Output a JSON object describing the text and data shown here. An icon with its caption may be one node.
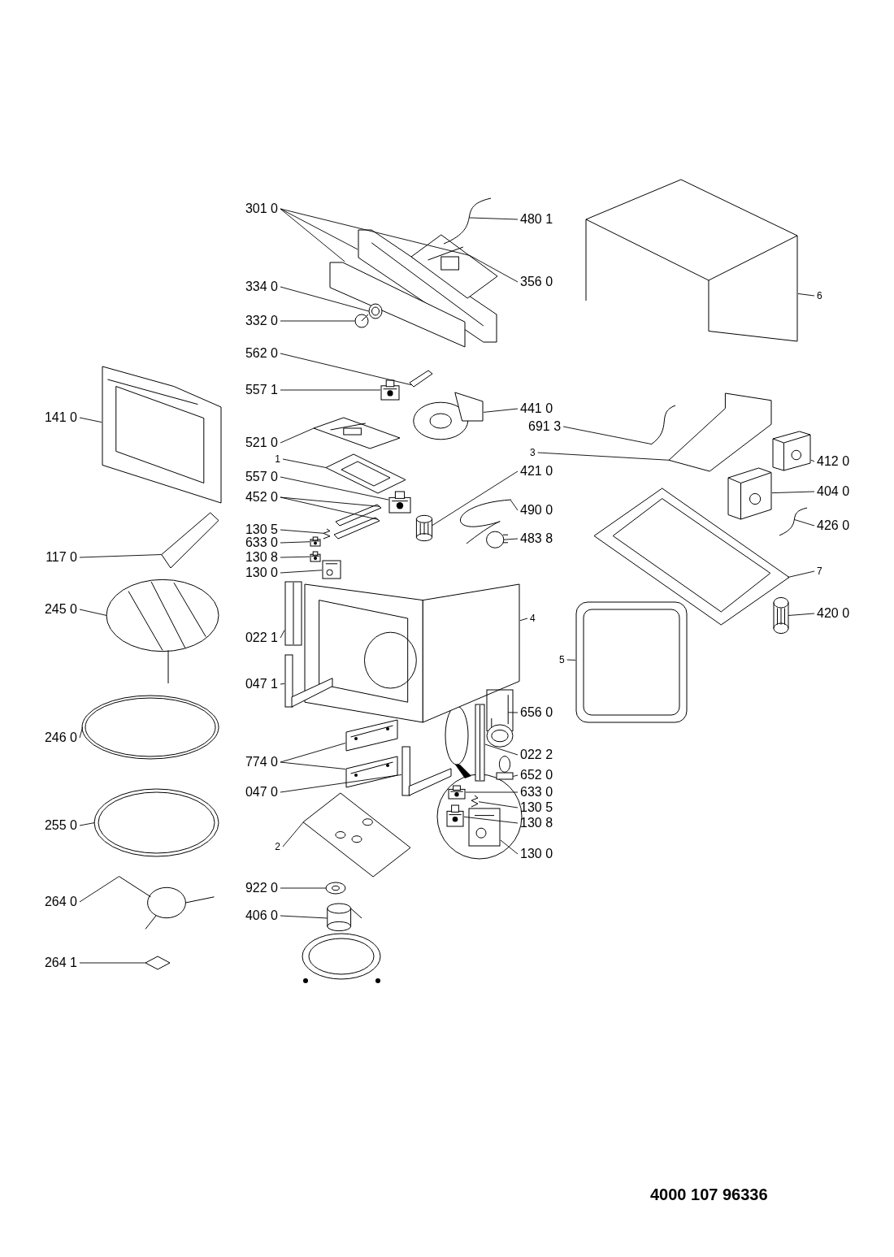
{
  "diagram": {
    "nodes": [
      {
        "text": [
          "301 0"
        ]
      },
      {
        "text": [],
        "shape": "picture"
      },
      {
        "text": [],
        "shape": "picture"
      },
      {
        "text": [],
        "shape": "picture"
      },
      {
        "text": [
          "480 1"
        ]
      },
      {
        "text": [],
        "shape": "picture"
      },
      {
        "text": [
          "356 0"
        ]
      },
      {
        "text": [
          "334 0"
        ]
      },
      {
        "text": [],
        "shape": "picture"
      },
      {
        "text": [
          "332 0"
        ]
      },
      {
        "text": [],
        "shape": "picture"
      },
      {
        "text": [
          "562 0"
        ]
      },
      {
        "text": [],
        "shape": "picture"
      },
      {
        "text": [
          "557 1"
        ]
      },
      {
        "text": [],
        "shape": "picture"
      },
      {
        "text": [
          "441 0"
        ]
      },
      {
        "text": [],
        "shape": "picture"
      },
      {
        "text": [
          "141 0"
        ]
      },
      {
        "text": [],
        "shape": "picture"
      },
      {
        "text": [
          "521 0"
        ]
      },
      {
        "text": [],
        "shape": "picture"
      },
      {
        "text": [
          "1"
        ]
      },
      {
        "text": [],
        "shape": "picture"
      },
      {
        "text": [
          "557 0"
        ]
      },
      {
        "text": [],
        "shape": "picture"
      },
      {
        "text": [
          "452 0"
        ]
      },
      {
        "text": [],
        "shape": "picture"
      },
      {
        "text": [],
        "shape": "picture"
      },
      {
        "text": [
          "421 0"
        ]
      },
      {
        "text": [],
        "shape": "picture"
      },
      {
        "text": [
          "490 0"
        ]
      },
      {
        "text": [],
        "shape": "picture"
      },
      {
        "text": [
          "483 8"
        ]
      },
      {
        "text": [],
        "shape": "picture"
      },
      {
        "text": [
          "130 5"
        ]
      },
      {
        "text": [],
        "shape": "picture"
      },
      {
        "text": [
          "633 0"
        ]
      },
      {
        "text": [],
        "shape": "picture"
      },
      {
        "text": [
          "130 8"
        ]
      },
      {
        "text": [],
        "shape": "picture"
      },
      {
        "text": [
          "130 0"
        ]
      },
      {
        "text": [],
        "shape": "picture"
      },
      {
        "text": [
          "117 0"
        ]
      },
      {
        "text": [],
        "shape": "picture"
      },
      {
        "text": [
          "245 0"
        ]
      },
      {
        "text": [],
        "shape": "picture"
      },
      {
        "text": [
          "022 1"
        ]
      },
      {
        "text": [],
        "shape": "picture"
      },
      {
        "text": [
          "4"
        ]
      },
      {
        "text": [],
        "shape": "picture"
      },
      {
        "text": [
          "047 1"
        ]
      },
      {
        "text": [],
        "shape": "picture"
      },
      {
        "text": [
          "246 0"
        ]
      },
      {
        "text": [],
        "shape": "picture"
      },
      {
        "text": [
          "656 0"
        ]
      },
      {
        "text": [],
        "shape": "picture"
      },
      {
        "text": [
          "022 2"
        ]
      },
      {
        "text": [],
        "shape": "picture"
      },
      {
        "text": [
          "652 0"
        ]
      },
      {
        "text": [],
        "shape": "picture"
      },
      {
        "text": [
          "774 0"
        ]
      },
      {
        "text": [],
        "shape": "picture"
      },
      {
        "text": [],
        "shape": "picture"
      },
      {
        "text": [
          "047 0"
        ]
      },
      {
        "text": [],
        "shape": "picture"
      },
      {
        "text": [
          "633 0"
        ]
      },
      {
        "text": [],
        "shape": "picture"
      },
      {
        "text": [
          "130 5"
        ]
      },
      {
        "text": [],
        "shape": "picture"
      },
      {
        "text": [
          "130 8"
        ]
      },
      {
        "text": [],
        "shape": "picture"
      },
      {
        "text": [
          "130 0"
        ]
      },
      {
        "text": [],
        "shape": "picture"
      },
      {
        "text": [
          "255 0"
        ]
      },
      {
        "text": [],
        "shape": "picture"
      },
      {
        "text": [
          "2"
        ]
      },
      {
        "text": [],
        "shape": "picture"
      },
      {
        "text": [
          "922 0"
        ]
      },
      {
        "text": [],
        "shape": "picture"
      },
      {
        "text": [
          "264 0"
        ]
      },
      {
        "text": [],
        "shape": "picture"
      },
      {
        "text": [
          "406 0"
        ]
      },
      {
        "text": [],
        "shape": "picture"
      },
      {
        "text": [
          "264 1"
        ]
      },
      {
        "text": [],
        "shape": "picture"
      },
      {
        "text": [
          "6"
        ]
      },
      {
        "text": [],
        "shape": "picture"
      },
      {
        "text": [
          "691 3"
        ]
      },
      {
        "text": [],
        "shape": "picture"
      },
      {
        "text": [
          "3"
        ]
      },
      {
        "text": [],
        "shape": "picture"
      },
      {
        "text": [
          "412 0"
        ]
      },
      {
        "text": [],
        "shape": "picture"
      },
      {
        "text": [
          "404 0"
        ]
      },
      {
        "text": [],
        "shape": "picture"
      },
      {
        "text": [
          "426 0"
        ]
      },
      {
        "text": [],
        "shape": "picture"
      },
      {
        "text": [
          "7"
        ]
      },
      {
        "text": [],
        "shape": "picture"
      },
      {
        "text": [
          "420 0"
        ]
      },
      {
        "text": [],
        "shape": "picture"
      },
      {
        "text": [
          "5"
        ]
      },
      {
        "text": [],
        "shape": "picture"
      }
    ],
    "edges": [
      {
        "from": 0,
        "to": 1,
        "arrow": "none"
      },
      {
        "from": 0,
        "to": 2,
        "arrow": "none"
      },
      {
        "from": 0,
        "to": 3,
        "arrow": "none"
      },
      {
        "from": 4,
        "to": 5,
        "arrow": "none"
      },
      {
        "from": 6,
        "to": 3,
        "arrow": "none"
      },
      {
        "from": 7,
        "to": 8,
        "arrow": "none"
      },
      {
        "from": 9,
        "to": 10,
        "arrow": "none"
      },
      {
        "from": 11,
        "to": 12,
        "arrow": "none"
      },
      {
        "from": 13,
        "to": 14,
        "arrow": "none"
      },
      {
        "from": 15,
        "to": 16,
        "arrow": "none"
      },
      {
        "from": 17,
        "to": 18,
        "arrow": "none"
      },
      {
        "from": 19,
        "to": 20,
        "arrow": "none"
      },
      {
        "from": 21,
        "to": 22,
        "arrow": "none"
      },
      {
        "from": 23,
        "to": 24,
        "arrow": "none"
      },
      {
        "from": 25,
        "to": 26,
        "arrow": "none"
      },
      {
        "from": 25,
        "to": 27,
        "arrow": "none"
      },
      {
        "from": 28,
        "to": 29,
        "arrow": "none"
      },
      {
        "from": 30,
        "to": 31,
        "arrow": "none"
      },
      {
        "from": 32,
        "to": 33,
        "arrow": "none"
      },
      {
        "from": 34,
        "to": 35,
        "arrow": "none"
      },
      {
        "from": 36,
        "to": 37,
        "arrow": "none"
      },
      {
        "from": 38,
        "to": 39,
        "arrow": "none"
      },
      {
        "from": 40,
        "to": 41,
        "arrow": "none"
      },
      {
        "from": 42,
        "to": 43,
        "arrow": "none"
      },
      {
        "from": 44,
        "to": 45,
        "arrow": "none"
      },
      {
        "from": 46,
        "to": 47,
        "arrow": "none"
      },
      {
        "from": 48,
        "to": 49,
        "arrow": "none"
      },
      {
        "from": 50,
        "to": 51,
        "arrow": "none"
      },
      {
        "from": 52,
        "to": 53,
        "arrow": "none"
      },
      {
        "from": 54,
        "to": 55,
        "arrow": "none"
      },
      {
        "from": 56,
        "to": 57,
        "arrow": "none"
      },
      {
        "from": 58,
        "to": 59,
        "arrow": "none"
      },
      {
        "from": 60,
        "to": 61,
        "arrow": "none"
      },
      {
        "from": 60,
        "to": 62,
        "arrow": "none"
      },
      {
        "from": 63,
        "to": 64,
        "arrow": "none"
      },
      {
        "from": 65,
        "to": 66,
        "arrow": "none"
      },
      {
        "from": 67,
        "to": 68,
        "arrow": "none"
      },
      {
        "from": 69,
        "to": 70,
        "arrow": "none"
      },
      {
        "from": 71,
        "to": 72,
        "arrow": "none"
      },
      {
        "from": 73,
        "to": 74,
        "arrow": "none"
      },
      {
        "from": 75,
        "to": 76,
        "arrow": "none"
      },
      {
        "from": 77,
        "to": 78,
        "arrow": "none"
      },
      {
        "from": 79,
        "to": 80,
        "arrow": "none"
      },
      {
        "from": 81,
        "to": 82,
        "arrow": "none"
      },
      {
        "from": 83,
        "to": 84,
        "arrow": "none"
      },
      {
        "from": 85,
        "to": 86,
        "arrow": "none"
      },
      {
        "from": 87,
        "to": 88,
        "arrow": "none"
      },
      {
        "from": 89,
        "to": 90,
        "arrow": "none"
      },
      {
        "from": 91,
        "to": 92,
        "arrow": "none"
      },
      {
        "from": 93,
        "to": 94,
        "arrow": "none"
      },
      {
        "from": 95,
        "to": 96,
        "arrow": "none"
      },
      {
        "from": 97,
        "to": 98,
        "arrow": "none"
      },
      {
        "from": 99,
        "to": 100,
        "arrow": "none"
      },
      {
        "from": 101,
        "to": 102,
        "arrow": "none"
      }
    ],
    "labels": [
      "4000 107 96336"
    ]
  }
}
